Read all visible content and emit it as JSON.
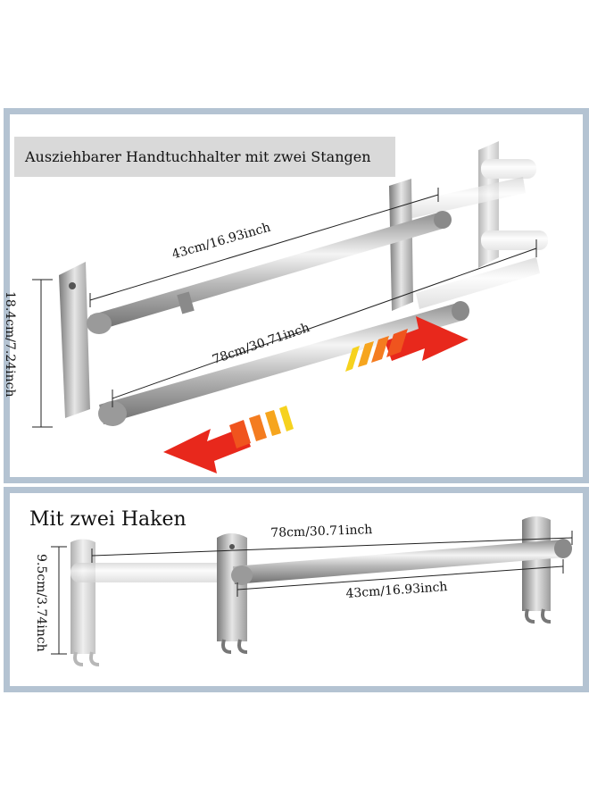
{
  "top_panel": {
    "title": "Ausziehbarer Handtuchhalter mit zwei Stangen",
    "short_length": "43cm/16.93inch",
    "long_length": "78cm/30.71inch",
    "height": "18.4cm/7.24inch"
  },
  "bottom_panel": {
    "title": "Mit zwei Haken",
    "long_length": "78cm/30.71inch",
    "short_length": "43cm/16.93inch",
    "height": "9.5cm/3.74inch"
  },
  "colors": {
    "frame": "#b4c3d2",
    "title_box": "#d9d9d9",
    "arrow_red": "#e8281c",
    "arrow_orange": "#f47c20",
    "arrow_yellow": "#f6d21e"
  }
}
